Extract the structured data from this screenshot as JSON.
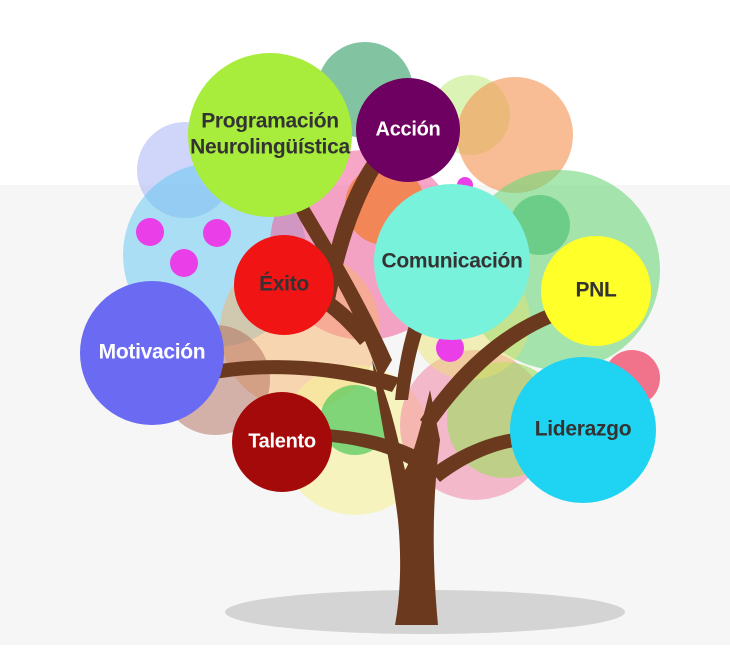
{
  "tree": {
    "nodes": [
      {
        "id": "programacion",
        "lines": [
          "Programación",
          "Neurolingüística"
        ],
        "color": "#a8ec3c",
        "text_color": "#333333"
      },
      {
        "id": "accion",
        "lines": [
          "Acción"
        ],
        "color": "#6d0060",
        "text_color": "#ffffff"
      },
      {
        "id": "comunicacion",
        "lines": [
          "Comunicación"
        ],
        "color": "#79f2dc",
        "text_color": "#333333"
      },
      {
        "id": "exito",
        "lines": [
          "Éxito"
        ],
        "color": "#f01414",
        "text_color": "#333333"
      },
      {
        "id": "pnl",
        "lines": [
          "PNL"
        ],
        "color": "#ffff2a",
        "text_color": "#333333"
      },
      {
        "id": "motivacion",
        "lines": [
          "Motivación"
        ],
        "color": "#6a6af2",
        "text_color": "#ffffff"
      },
      {
        "id": "talento",
        "lines": [
          "Talento"
        ],
        "color": "#a40a0a",
        "text_color": "#ffffff"
      },
      {
        "id": "liderazgo",
        "lines": [
          "Liderazgo"
        ],
        "color": "#1ed4f2",
        "text_color": "#333333"
      }
    ],
    "trunk_color": "#6b3a1e",
    "shadow_color": "#d4d4d4"
  }
}
